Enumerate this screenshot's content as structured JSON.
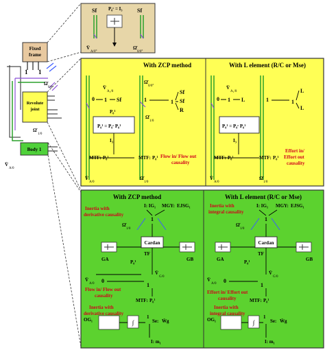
{
  "left_diagram": {
    "fixed_frame": "Fixed\nframe",
    "revolute_joint": "Revolute\njoint",
    "body1": "Body 1",
    "one_a": "1",
    "one_b": "1",
    "v_a0": "V̄",
    "v_a0_sub": "A/0",
    "omega_10": "Ω̄",
    "omega_10_sub": "1/0",
    "omega_00": "Ω̄",
    "omega_00_sub": "0/0",
    "v_a0_bottom": "V̄",
    "v_a0_bottom_sub": "A/0"
  },
  "top_panel": {
    "sf_left": "Sf",
    "sf_right": "Sf",
    "p_eq": "P",
    "p_eq_full": "P₀ᶜ = I₃",
    "v_label": "V̄",
    "v_sub": "A/0°",
    "om_label": "Ω̄",
    "om_sub": "0/0°"
  },
  "yellow_panel": {
    "left_title": "With ZCP method",
    "right_title": "With L element (R/C or Mse)",
    "sf1": "Sf",
    "sf2": "Sf",
    "sf3": "Sf",
    "r": "R",
    "l1": "L",
    "l2": "L",
    "l3": "L",
    "mtf_left": "MTF:",
    "mtf_mid": "MTF:",
    "mtf_r1": "MTF:",
    "mtf_r2": "MTF:",
    "p01": "P₀¹",
    "p_matrix": "P₀¹ = P₀ᶜ P₀¹",
    "i3": "I₃",
    "zero": "0",
    "one": "1",
    "flow_causality": "Flow in/ Flow out\ncausality",
    "effort_causality": "Effort in/\nEffort out\ncausality",
    "v_a1": "V̄",
    "v_a1_sub": "A₁/0",
    "v_a0": "V̄",
    "v_a0_sub": "A/0",
    "omega_10": "Ω̄",
    "omega_10_sub": "1/0",
    "omega_00": "Ω̄",
    "omega_00_sub": "0/0°"
  },
  "green_panel": {
    "left_title": "With ZCP method",
    "right_title": "With L element (R/C or Mse)",
    "inertia_deriv": "Inertia with\nderivative causality",
    "inertia_integral": "Inertia with\nintegral causality",
    "i_g1": "I: IG₁",
    "mgy": "MGY:",
    "ejs": "EJSG₁",
    "cardan": "Cardan",
    "tf": "TF",
    "ga": "GA",
    "gb": "GB",
    "mtf": "MTF:",
    "p1": "P₀¹",
    "flow_in_out": "Flow in/ Flow out\ncausality",
    "effort_in_out": "Effort in/ Effort out\ncausality",
    "inertia_deriv_bottom": "Inertia  with\nderivative causality",
    "inertia_integral_bottom": "Inertia  with\nintegral causality",
    "se": "Se:",
    "w_g": "W̄g",
    "i_m1": "I: m₁",
    "og": "OG₁",
    "integral": "∫",
    "v_g": "V̄",
    "v_g_sub": "G/0",
    "v_a0": "V̄",
    "v_a0_sub": "A/0",
    "omega": "Ω̄",
    "omega_sub": "1/0"
  },
  "colors": {
    "fixed_frame_fill": "#e8c9a0",
    "yellow_fill": "#ffff55",
    "green_fill": "#4fd13a",
    "green_panel_fill": "#5cd22f",
    "red_text": "#d0021b",
    "purple": "#8a4fd6",
    "cyan_blue": "#3b5bff"
  }
}
